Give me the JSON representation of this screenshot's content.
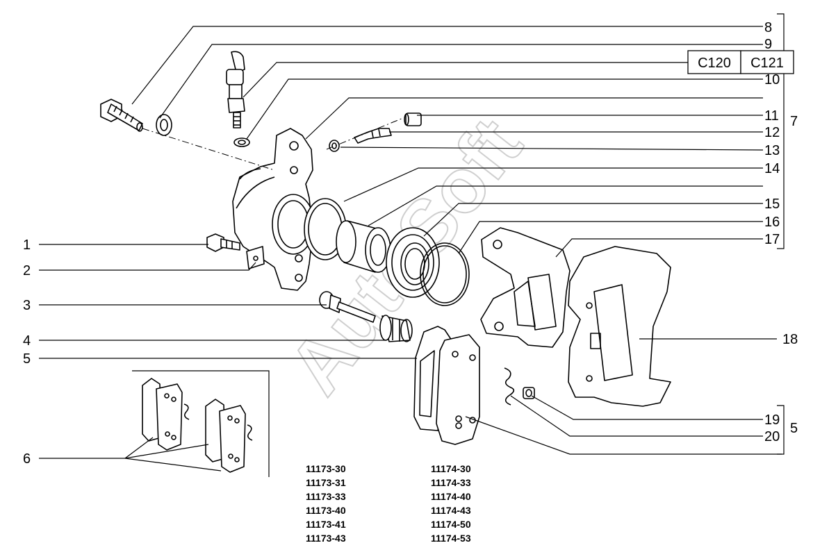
{
  "watermark": "AutoSoft",
  "callouts_right": [
    "8",
    "9",
    "10",
    "11",
    "12",
    "13",
    "14",
    "15",
    "16",
    "17",
    "18",
    "19",
    "20"
  ],
  "callouts_left": [
    "1",
    "2",
    "3",
    "4",
    "5",
    "6"
  ],
  "group_labels": {
    "top_group": "7",
    "bottom_group": "5"
  },
  "boxes": [
    "C120",
    "C121"
  ],
  "codes_col1": [
    "11173-30",
    "11173-31",
    "11173-33",
    "11173-40",
    "11173-41",
    "11173-43"
  ],
  "codes_col2": [
    "11174-30",
    "11174-33",
    "11174-40",
    "11174-43",
    "11174-50",
    "11174-53"
  ]
}
